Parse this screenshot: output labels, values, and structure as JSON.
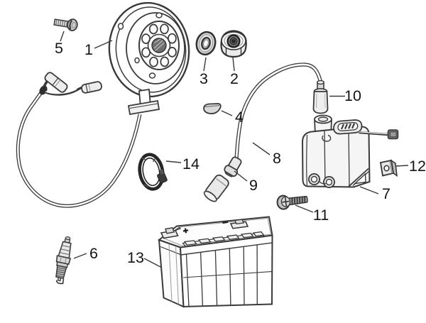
{
  "diagram": {
    "background_color": "#ffffff",
    "line_color": "#3a3a3a",
    "label_color": "#141414"
  },
  "callouts": [
    {
      "num": "1",
      "part": "flywheel-magneto-rotor"
    },
    {
      "num": "2",
      "part": "hex-nut"
    },
    {
      "num": "3",
      "part": "washer"
    },
    {
      "num": "4",
      "part": "woodruff-key"
    },
    {
      "num": "5",
      "part": "bolt"
    },
    {
      "num": "6",
      "part": "spark-plug"
    },
    {
      "num": "7",
      "part": "ignition-coil-cdi"
    },
    {
      "num": "8",
      "part": "ht-cable"
    },
    {
      "num": "9",
      "part": "spark-plug-cap"
    },
    {
      "num": "10",
      "part": "noise-suppressor"
    },
    {
      "num": "11",
      "part": "mounting-screw"
    },
    {
      "num": "12",
      "part": "cable-clip"
    },
    {
      "num": "13",
      "part": "battery"
    },
    {
      "num": "14",
      "part": "clamp-ring"
    }
  ]
}
